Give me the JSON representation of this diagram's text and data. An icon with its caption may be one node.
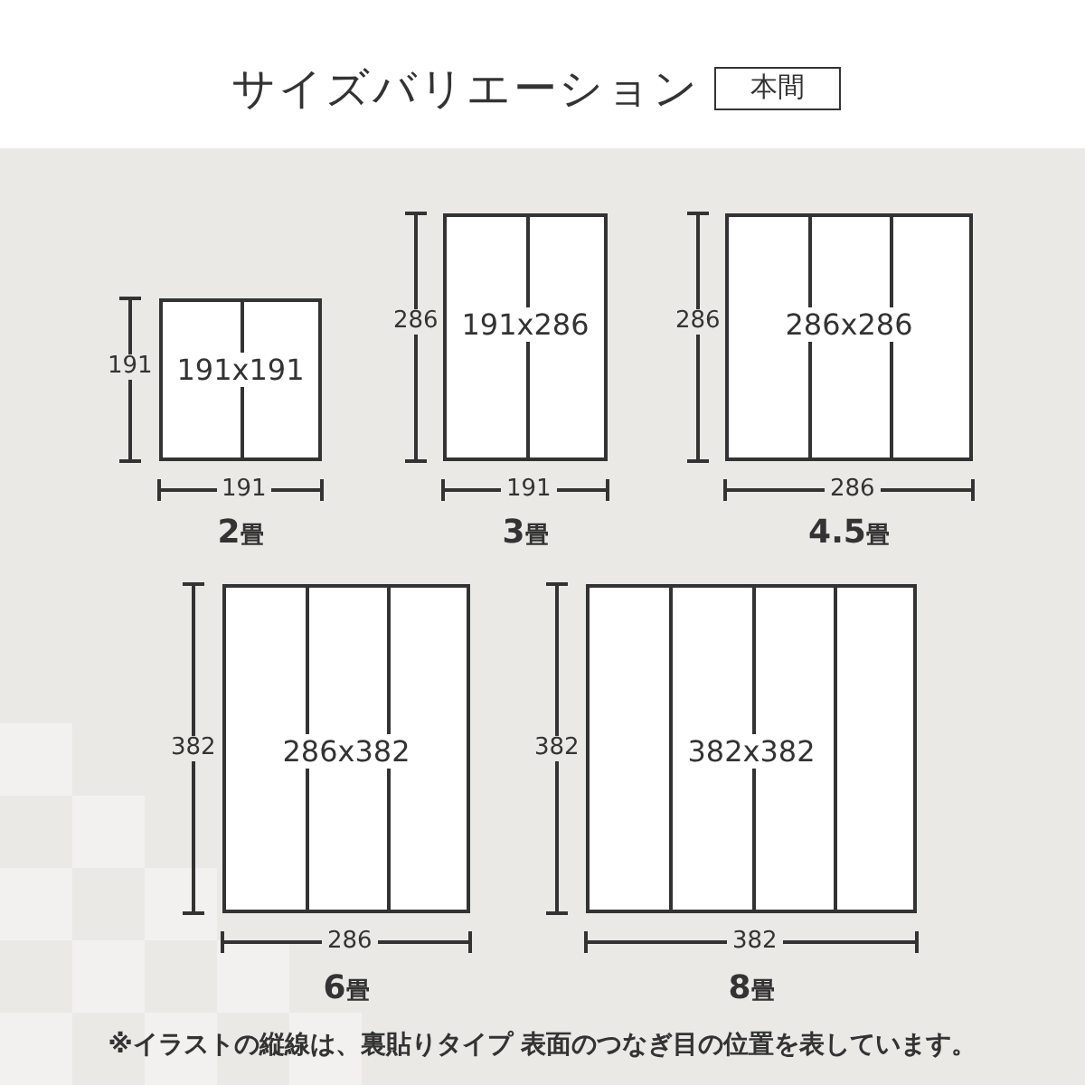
{
  "diagram": {
    "title": "サイズバリエーション",
    "nodes": [
      {
        "text": [
          "本間"
        ]
      },
      {
        "text": [
          "191x191"
        ],
        "beside": [
          "2畳"
        ]
      },
      {
        "text": [
          "191x286"
        ],
        "beside": [
          "3畳"
        ]
      },
      {
        "text": [
          "286x286"
        ],
        "beside": [
          "4.5畳"
        ]
      },
      {
        "text": [
          "286x382"
        ],
        "beside": [
          "6畳"
        ]
      },
      {
        "text": [
          "382x382"
        ],
        "beside": [
          "8畳"
        ]
      }
    ],
    "edges": [],
    "labels": [
      "191",
      "191",
      "286",
      "191",
      "286",
      "286",
      "382",
      "286",
      "382",
      "382"
    ],
    "caption": "※イラストの縦線は、裏貼りタイプ 表面のつなぎ目の位置を表しています。"
  }
}
